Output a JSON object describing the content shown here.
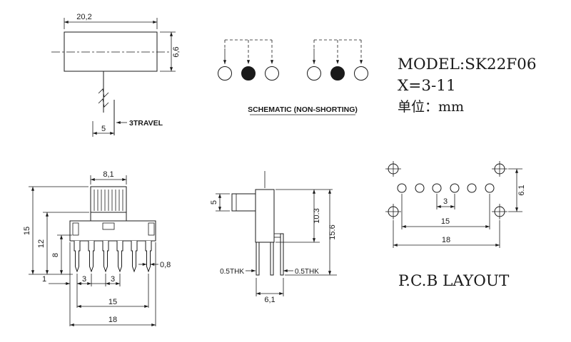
{
  "title_block": {
    "model": "MODEL:SK22F06",
    "range": "X=3-11",
    "unit": "单位：mm"
  },
  "schematic": {
    "label": "SCHEMATIC (NON-SHORTING)"
  },
  "top_view": {
    "width": "20,2",
    "height": "6,6",
    "travel_label": "3TRAVEL",
    "travel": "5"
  },
  "front_view": {
    "knob_width": "8,1",
    "total_height": "15",
    "body_height": "12",
    "base_height": "8",
    "pin_thickness": "0,8",
    "edge_offset": "1",
    "pitch_a": "3",
    "pitch_b": "3",
    "pin_span": "15",
    "total_width": "18"
  },
  "side_view": {
    "knob_height": "5",
    "body_height": "10.3",
    "total_height": "15.6",
    "thk_left": "0.5THK",
    "thk_right": "0.5THK",
    "width": "6,1"
  },
  "pcb_layout": {
    "label": "P.C.B LAYOUT",
    "row_spacing": "6.1",
    "hole_pitch": "3",
    "pin_span": "15",
    "mount_span": "18"
  }
}
